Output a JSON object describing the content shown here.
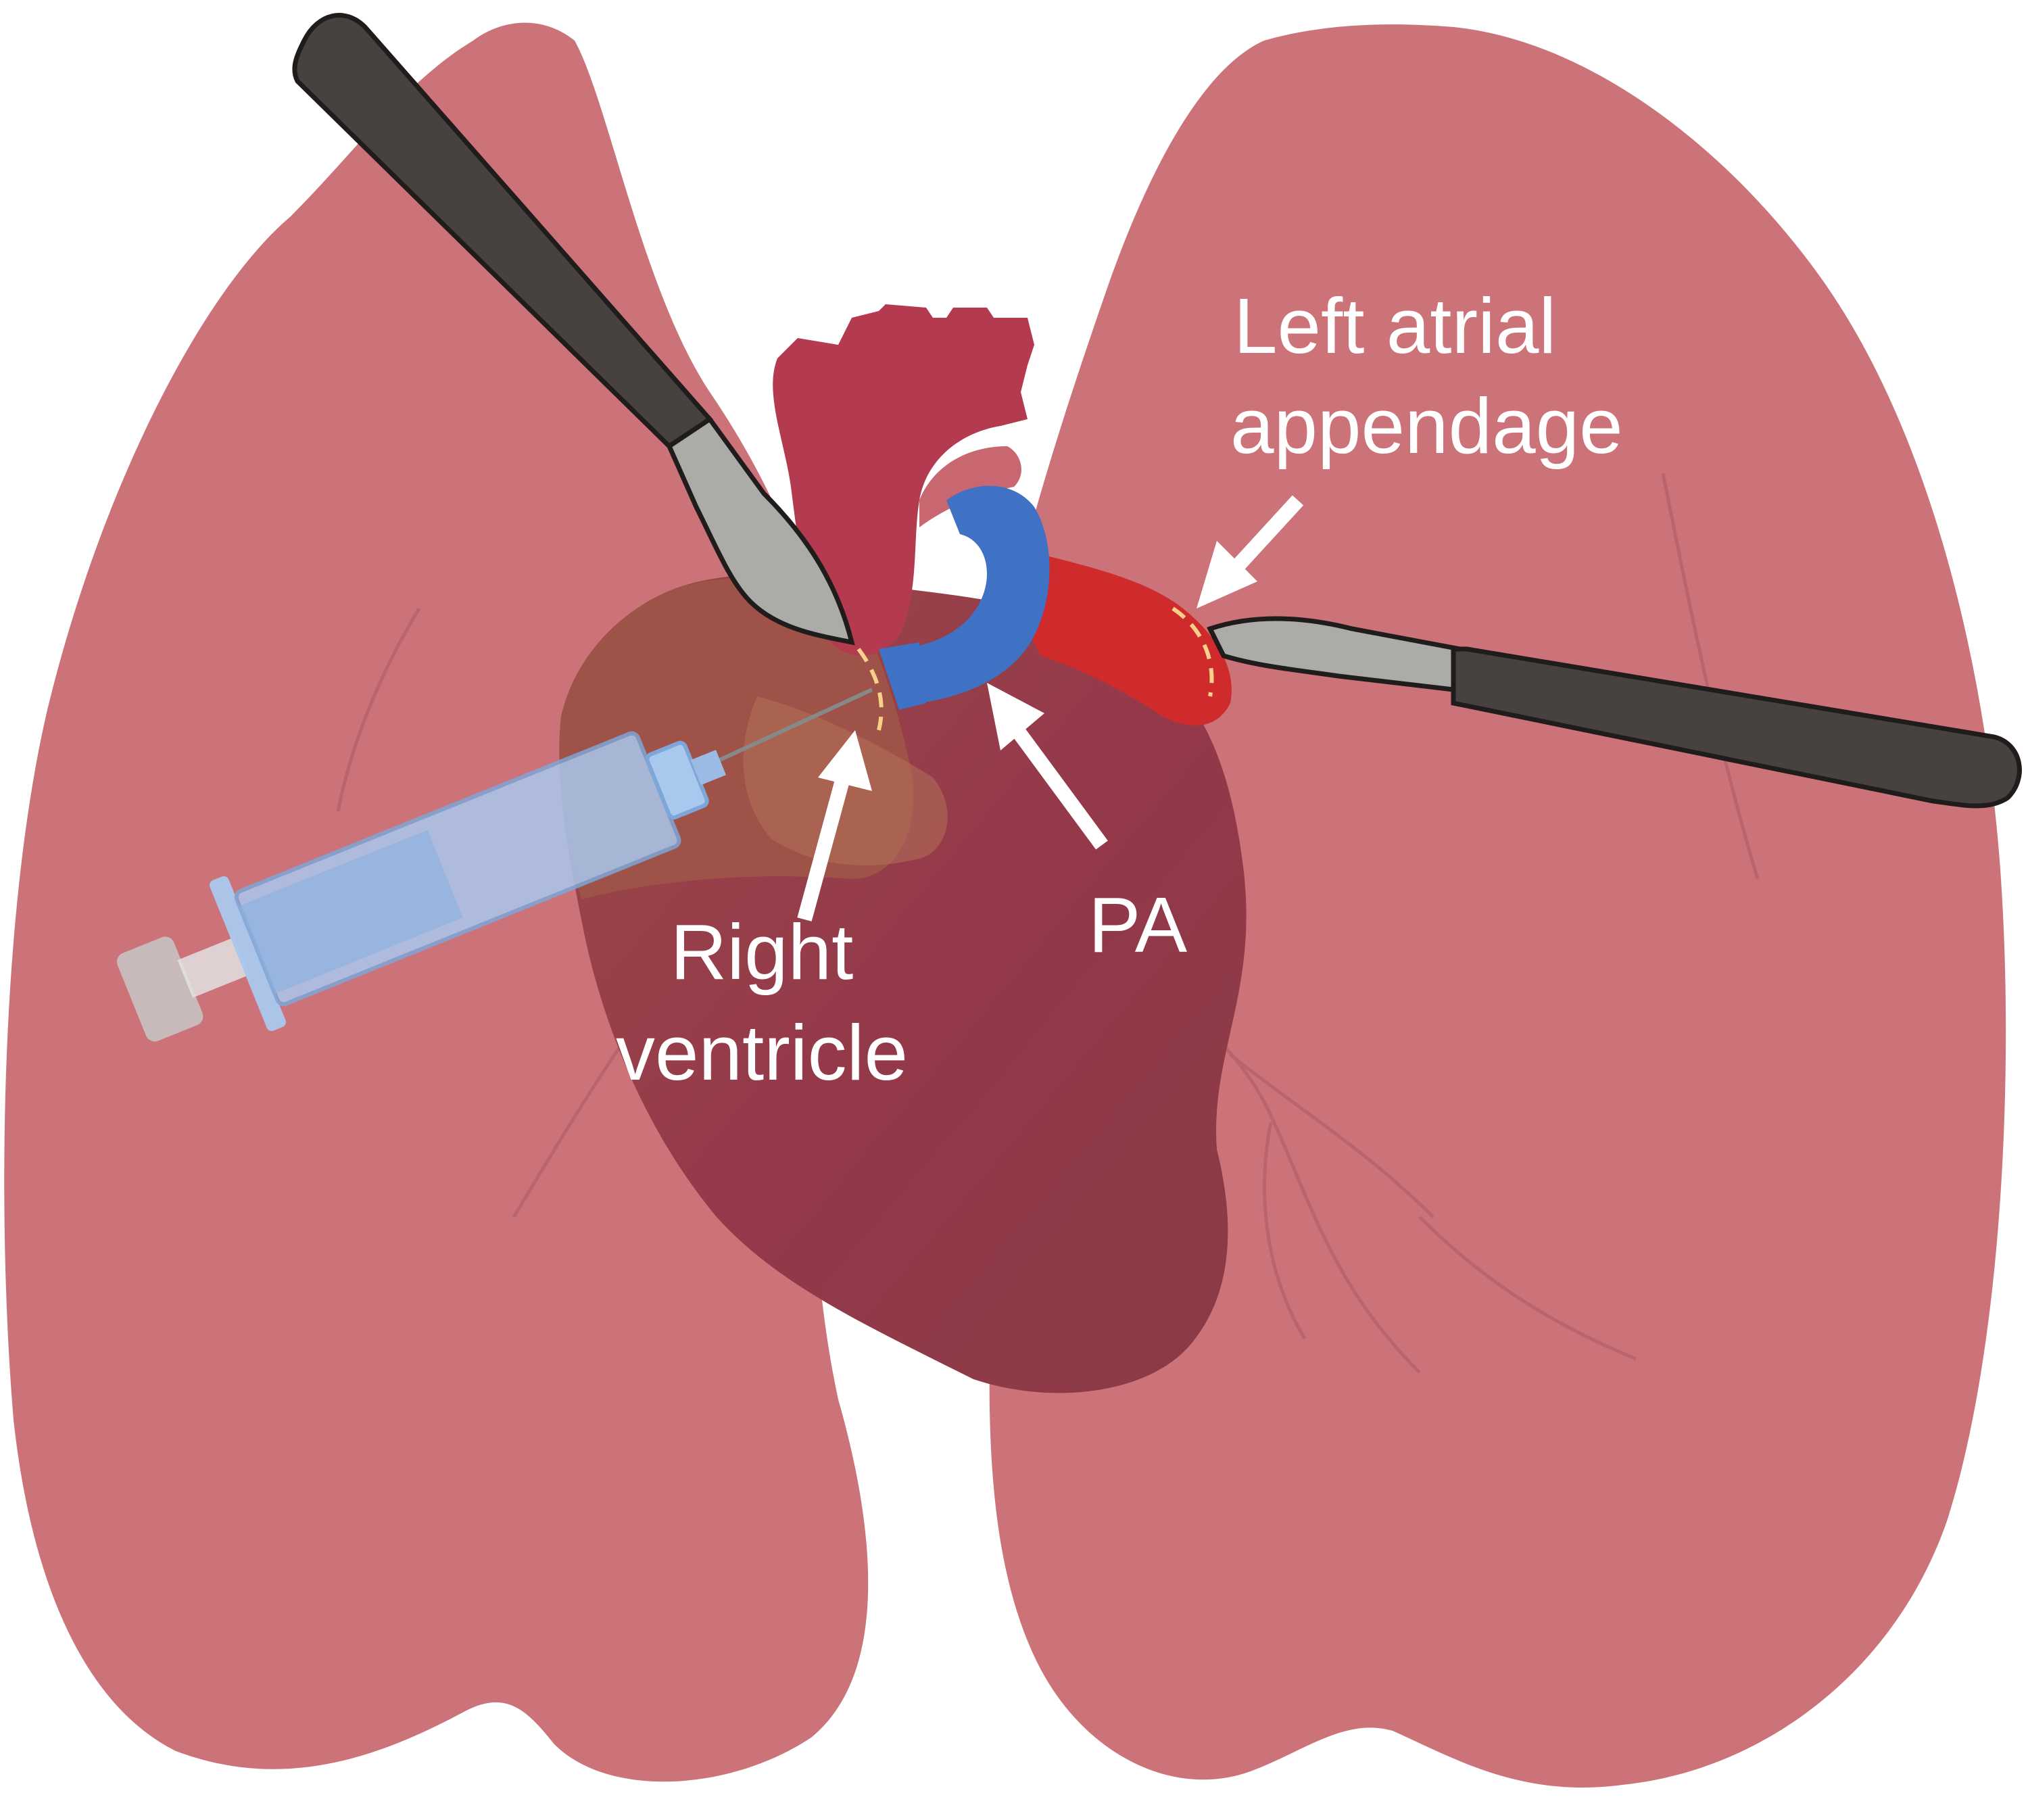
{
  "labels": {
    "left_atrial_appendage": [
      "Left atrial",
      "appendage"
    ],
    "pa": "PA",
    "right_ventricle": [
      "Right",
      "ventricle"
    ]
  },
  "colors": {
    "lung": "#c8676f",
    "lung_shade": "#b66a78",
    "heart": "#963d4b",
    "heart_upper": "#9a4e46",
    "aorta": "#b43a4f",
    "pulmonary_artery": "#3f72c4",
    "atrial_appendage": "#cf2a2c",
    "scalpel_handle": "#474240",
    "scalpel_blade": "#ababa8",
    "syringe": "#a9c8ee",
    "incision": "#f7d08a",
    "text": "#ffffff"
  }
}
